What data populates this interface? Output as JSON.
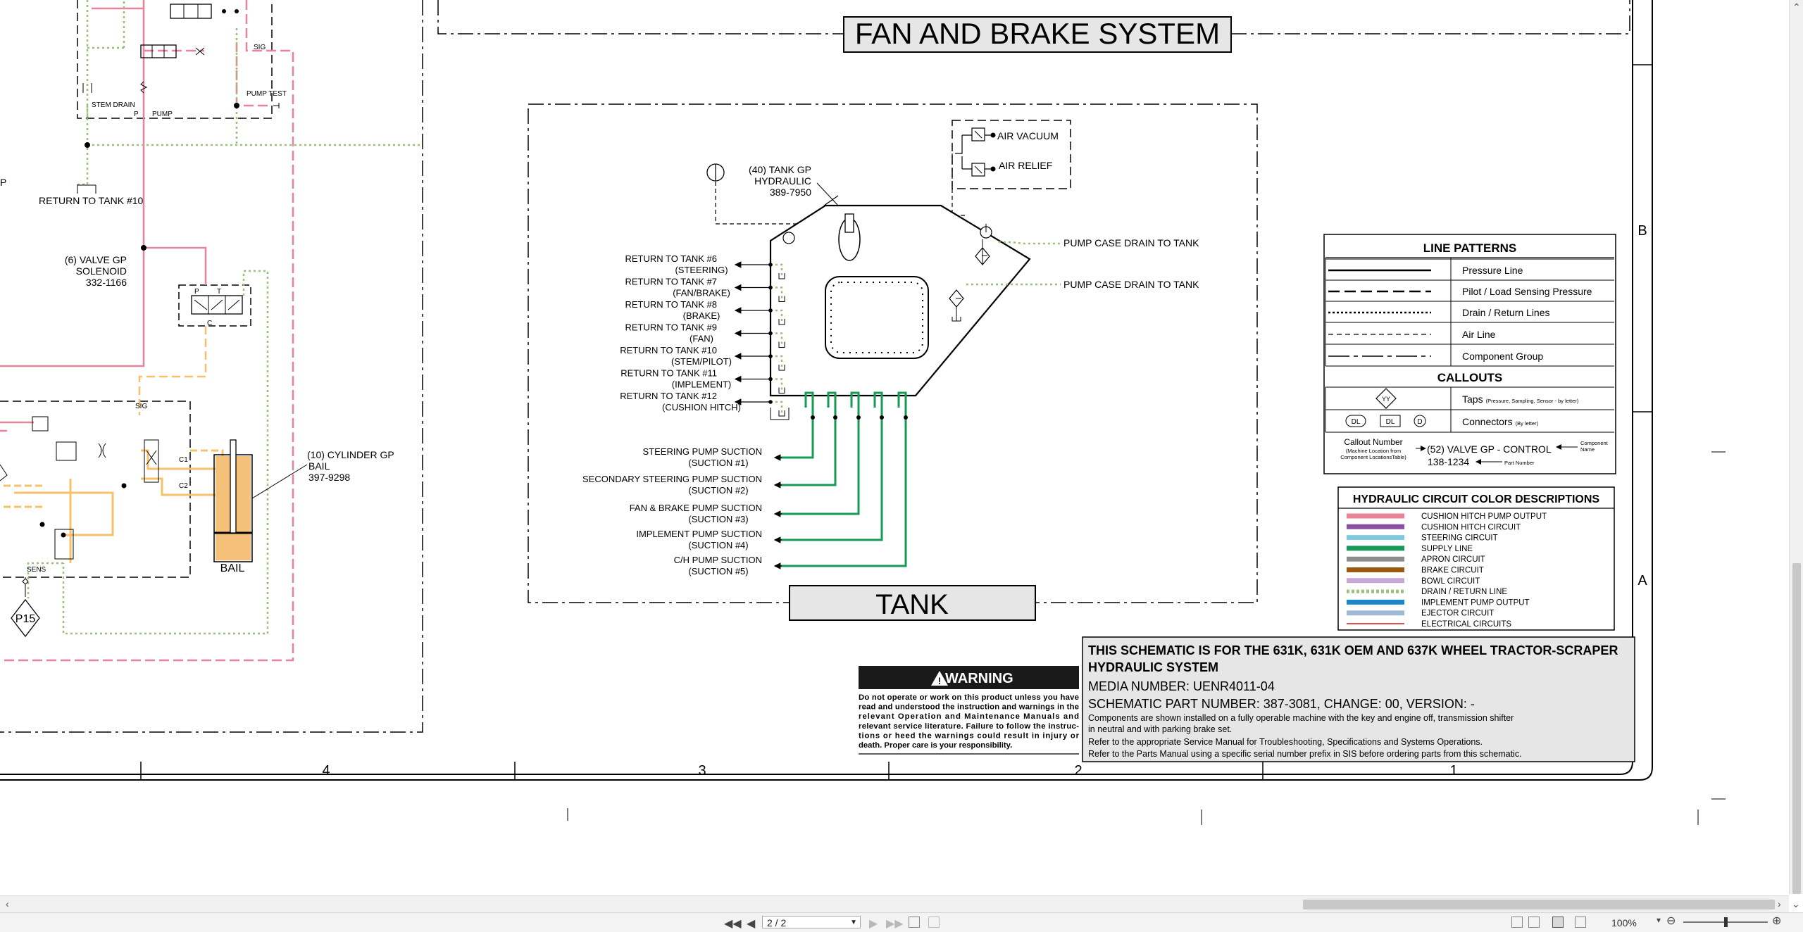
{
  "title": {
    "fan_brake": "FAN AND BRAKE SYSTEM",
    "tank": "TANK"
  },
  "left_circuit": {
    "stem_drain": "STEM DRAIN",
    "p": "P",
    "pump": "PUMP",
    "sig": "SIG",
    "pump_test": "PUMP TEST",
    "cut_p": "P",
    "return10": "RETURN TO TANK #10",
    "valve6": [
      "(6) VALVE GP",
      "SOLENOID",
      "332-1166"
    ],
    "valve_p": "P",
    "valve_t": "T",
    "valve_c": "C",
    "c1": "C1",
    "c2": "C2",
    "sens": "SENS",
    "p15": "P15",
    "cylinder": [
      "(10) CYLINDER GP",
      "BAIL",
      "397-9298"
    ],
    "bail": "BAIL"
  },
  "tank_section": {
    "tank_gp": [
      "(40) TANK GP",
      "HYDRAULIC",
      "389-7950"
    ],
    "air_vacuum": "AIR VACUUM",
    "air_relief": "AIR RELIEF",
    "pump_case_1": "PUMP CASE DRAIN TO TANK",
    "pump_case_2": "PUMP CASE DRAIN TO TANK",
    "returns": [
      [
        "RETURN TO TANK #6",
        "(STEERING)"
      ],
      [
        "RETURN TO TANK #7",
        "(FAN/BRAKE)"
      ],
      [
        "RETURN TO TANK #8",
        "(BRAKE)"
      ],
      [
        "RETURN TO TANK #9",
        "(FAN)"
      ],
      [
        "RETURN TO TANK #10",
        "(STEM/PILOT)"
      ],
      [
        "RETURN TO TANK #11",
        "(IMPLEMENT)"
      ],
      [
        "RETURN TO TANK #12",
        "(CUSHION HITCH)"
      ]
    ],
    "suctions": [
      [
        "STEERING PUMP SUCTION",
        "(SUCTION #1)"
      ],
      [
        "SECONDARY STEERING PUMP SUCTION",
        "(SUCTION #2)"
      ],
      [
        "FAN & BRAKE PUMP SUCTION",
        "(SUCTION #3)"
      ],
      [
        "IMPLEMENT PUMP SUCTION",
        "(SUCTION #4)"
      ],
      [
        "C/H PUMP SUCTION",
        "(SUCTION #5)"
      ]
    ]
  },
  "line_patterns": {
    "title": "LINE PATTERNS",
    "rows": [
      "Pressure Line",
      "Pilot / Load Sensing Pressure",
      "Drain / Return Lines",
      "Air Line",
      "Component Group"
    ],
    "callouts_title": "CALLOUTS",
    "taps": "Taps",
    "taps_note": "(Pressure, Sampling, Sensor - by letter)",
    "taps_symbol": "YY",
    "connectors": "Connectors",
    "connectors_note": "(By letter)",
    "dl1": "DL",
    "dl2": "DL",
    "d": "D",
    "callout_number": "Callout Number",
    "callout_note1": "(Machine Location from",
    "callout_note2": "Component LocationsTable)",
    "example_name": "(52) VALVE GP - CONTROL",
    "example_part": "138-1234",
    "component_name1": "Component",
    "component_name2": "Name",
    "part_number": "Part Number"
  },
  "color_desc": {
    "title": "HYDRAULIC CIRCUIT COLOR DESCRIPTIONS",
    "items": [
      {
        "label": "CUSHION HITCH PUMP OUTPUT",
        "color": "#e8839a",
        "style": "solid"
      },
      {
        "label": "CUSHION HITCH CIRCUIT",
        "color": "#8a4fa0",
        "style": "solid"
      },
      {
        "label": "STEERING CIRCUIT",
        "color": "#7fc8de",
        "style": "solid"
      },
      {
        "label": "SUPPLY LINE",
        "color": "#179a55",
        "style": "solid"
      },
      {
        "label": "APRON CIRCUIT",
        "color": "#8d8d8d",
        "style": "solid"
      },
      {
        "label": "BRAKE CIRCUIT",
        "color": "#9b5a12",
        "style": "solid"
      },
      {
        "label": "BOWL CIRCUIT",
        "color": "#c9a6d8",
        "style": "solid"
      },
      {
        "label": "DRAIN / RETURN LINE",
        "color": "#9cc07a",
        "style": "dotted"
      },
      {
        "label": "IMPLEMENT PUMP OUTPUT",
        "color": "#1d86c8",
        "style": "solid"
      },
      {
        "label": "EJECTOR CIRCUIT",
        "color": "#9fb8d6",
        "style": "solid"
      },
      {
        "label": "ELECTRICAL CIRCUITS",
        "color": "#e05050",
        "style": "thin"
      }
    ]
  },
  "warning": {
    "title": "WARNING",
    "lines": [
      "Do not operate or work on this product unless you have",
      "read and understood the instruction and warnings in the",
      "relevant Operation and Maintenance Manuals and",
      "relevant service literature. Failure to follow the instruc-",
      "tions or heed the warnings could result in injury or",
      "death. Proper care is your responsibility."
    ]
  },
  "info": {
    "line1": "THIS SCHEMATIC IS FOR THE 631K, 631K OEM AND 637K WHEEL TRACTOR-SCRAPER",
    "line2": "HYDRAULIC SYSTEM",
    "media": "MEDIA NUMBER: UENR4011-04",
    "part": "SCHEMATIC PART NUMBER: 387-3081, CHANGE: 00, VERSION: -",
    "notes": [
      "Components are shown installed on a fully operable machine with the key and engine off, transmission shifter",
      "in neutral and with parking brake set.",
      "Refer to the appropriate Service Manual for Troubleshooting, Specifications and Systems Operations.",
      "Refer to the Parts Manual using a specific serial number prefix in SIS before ordering parts from this schematic."
    ]
  },
  "zones": {
    "columns": [
      "4",
      "3",
      "2",
      "1"
    ],
    "rows": [
      "B",
      "A"
    ]
  },
  "colors": {
    "pink": "#e8839a",
    "red": "#e05050",
    "green_dots": "#9cc07a",
    "yellow": "#f5c26b",
    "green": "#179a55",
    "bail_fill": "#f4c07a"
  },
  "viewer": {
    "page_field": "2 / 2",
    "zoom": "100%"
  }
}
